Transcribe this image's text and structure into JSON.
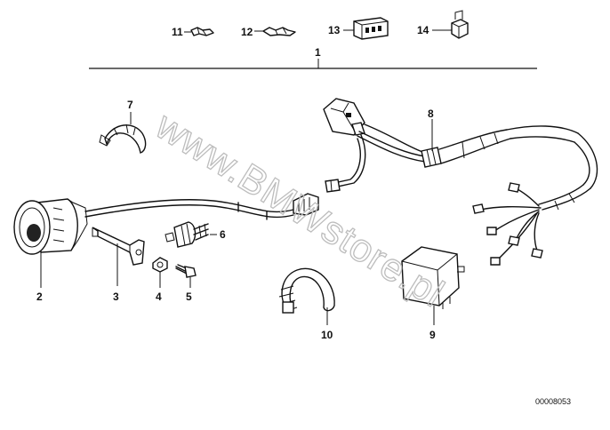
{
  "parts": {
    "p1": "1",
    "p2": "2",
    "p3": "3",
    "p4": "4",
    "p5": "5",
    "p6": "6",
    "p7": "7",
    "p8": "8",
    "p9": "9",
    "p10": "10",
    "p11": "11",
    "p12": "12",
    "p13": "13",
    "p14": "14"
  },
  "watermark": "www.BMWstore.pl",
  "diagram_code": "00008053"
}
